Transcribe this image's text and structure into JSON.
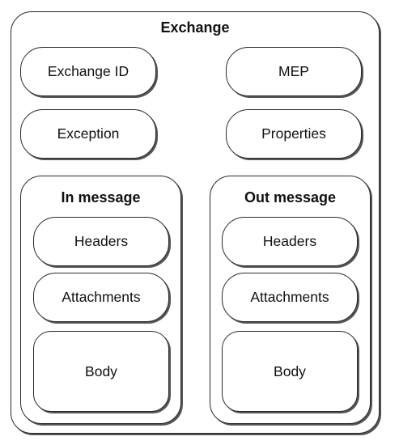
{
  "exchange": {
    "title": "Exchange",
    "fields": {
      "exchange_id": "Exchange ID",
      "mep": "MEP",
      "exception": "Exception",
      "properties": "Properties"
    },
    "in_message": {
      "title": "In message",
      "headers": "Headers",
      "attachments": "Attachments",
      "body": "Body"
    },
    "out_message": {
      "title": "Out message",
      "headers": "Headers",
      "attachments": "Attachments",
      "body": "Body"
    }
  },
  "colors": {
    "border": "#2a2a2a",
    "background": "#ffffff",
    "text": "#111111"
  }
}
